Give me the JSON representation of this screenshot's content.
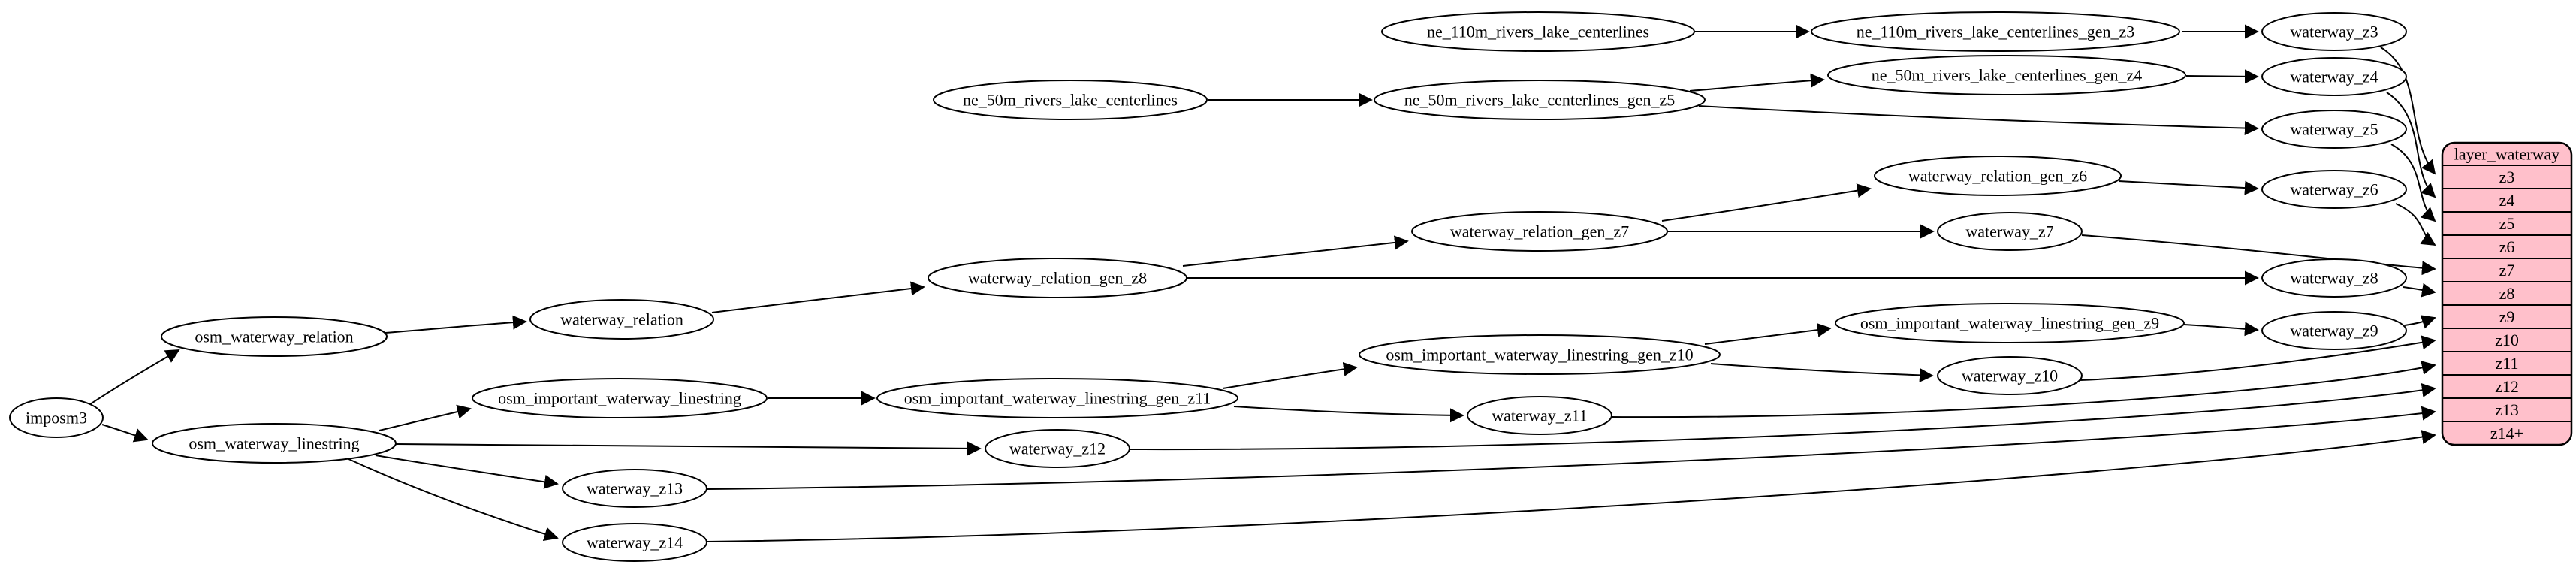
{
  "record": {
    "title": "layer_waterway",
    "rows": [
      "z3",
      "z4",
      "z5",
      "z6",
      "z7",
      "z8",
      "z9",
      "z10",
      "z11",
      "z12",
      "z13",
      "z14+"
    ]
  },
  "nodes": {
    "imposm3": {
      "label": "imposm3"
    },
    "osm_waterway_relation": {
      "label": "osm_waterway_relation"
    },
    "waterway_relation": {
      "label": "waterway_relation"
    },
    "waterway_relation_gen_z8": {
      "label": "waterway_relation_gen_z8"
    },
    "waterway_relation_gen_z7": {
      "label": "waterway_relation_gen_z7"
    },
    "waterway_relation_gen_z6": {
      "label": "waterway_relation_gen_z6"
    },
    "osm_waterway_linestring": {
      "label": "osm_waterway_linestring"
    },
    "osm_important_waterway_linestring": {
      "label": "osm_important_waterway_linestring"
    },
    "osm_important_waterway_linestring_gen_z11": {
      "label": "osm_important_waterway_linestring_gen_z11"
    },
    "osm_important_waterway_linestring_gen_z10": {
      "label": "osm_important_waterway_linestring_gen_z10"
    },
    "osm_important_waterway_linestring_gen_z9": {
      "label": "osm_important_waterway_linestring_gen_z9"
    },
    "ne_110m_rivers_lake_centerlines": {
      "label": "ne_110m_rivers_lake_centerlines"
    },
    "ne_110m_rivers_lake_centerlines_gen_z3": {
      "label": "ne_110m_rivers_lake_centerlines_gen_z3"
    },
    "ne_50m_rivers_lake_centerlines": {
      "label": "ne_50m_rivers_lake_centerlines"
    },
    "ne_50m_rivers_lake_centerlines_gen_z5": {
      "label": "ne_50m_rivers_lake_centerlines_gen_z5"
    },
    "ne_50m_rivers_lake_centerlines_gen_z4": {
      "label": "ne_50m_rivers_lake_centerlines_gen_z4"
    },
    "waterway_z3": {
      "label": "waterway_z3"
    },
    "waterway_z4": {
      "label": "waterway_z4"
    },
    "waterway_z5": {
      "label": "waterway_z5"
    },
    "waterway_z6": {
      "label": "waterway_z6"
    },
    "waterway_z7": {
      "label": "waterway_z7"
    },
    "waterway_z8": {
      "label": "waterway_z8"
    },
    "waterway_z9": {
      "label": "waterway_z9"
    },
    "waterway_z10": {
      "label": "waterway_z10"
    },
    "waterway_z11": {
      "label": "waterway_z11"
    },
    "waterway_z12": {
      "label": "waterway_z12"
    },
    "waterway_z13": {
      "label": "waterway_z13"
    },
    "waterway_z14": {
      "label": "waterway_z14"
    }
  },
  "edges": [
    [
      "imposm3",
      "osm_waterway_relation"
    ],
    [
      "imposm3",
      "osm_waterway_linestring"
    ],
    [
      "osm_waterway_relation",
      "waterway_relation"
    ],
    [
      "waterway_relation",
      "waterway_relation_gen_z8"
    ],
    [
      "waterway_relation_gen_z8",
      "waterway_relation_gen_z7"
    ],
    [
      "waterway_relation_gen_z8",
      "waterway_z8"
    ],
    [
      "waterway_relation_gen_z7",
      "waterway_relation_gen_z6"
    ],
    [
      "waterway_relation_gen_z7",
      "waterway_z7"
    ],
    [
      "waterway_relation_gen_z6",
      "waterway_z6"
    ],
    [
      "ne_110m_rivers_lake_centerlines",
      "ne_110m_rivers_lake_centerlines_gen_z3"
    ],
    [
      "ne_110m_rivers_lake_centerlines_gen_z3",
      "waterway_z3"
    ],
    [
      "ne_50m_rivers_lake_centerlines",
      "ne_50m_rivers_lake_centerlines_gen_z5"
    ],
    [
      "ne_50m_rivers_lake_centerlines_gen_z5",
      "ne_50m_rivers_lake_centerlines_gen_z4"
    ],
    [
      "ne_50m_rivers_lake_centerlines_gen_z5",
      "waterway_z5"
    ],
    [
      "ne_50m_rivers_lake_centerlines_gen_z4",
      "waterway_z4"
    ],
    [
      "osm_waterway_linestring",
      "osm_important_waterway_linestring"
    ],
    [
      "osm_waterway_linestring",
      "waterway_z12"
    ],
    [
      "osm_waterway_linestring",
      "waterway_z13"
    ],
    [
      "osm_waterway_linestring",
      "waterway_z14"
    ],
    [
      "osm_important_waterway_linestring",
      "osm_important_waterway_linestring_gen_z11"
    ],
    [
      "osm_important_waterway_linestring_gen_z11",
      "osm_important_waterway_linestring_gen_z10"
    ],
    [
      "osm_important_waterway_linestring_gen_z11",
      "waterway_z11"
    ],
    [
      "osm_important_waterway_linestring_gen_z10",
      "osm_important_waterway_linestring_gen_z9"
    ],
    [
      "osm_important_waterway_linestring_gen_z10",
      "waterway_z10"
    ],
    [
      "osm_important_waterway_linestring_gen_z9",
      "waterway_z9"
    ],
    [
      "waterway_z3",
      "layer_waterway:z3"
    ],
    [
      "waterway_z4",
      "layer_waterway:z4"
    ],
    [
      "waterway_z5",
      "layer_waterway:z5"
    ],
    [
      "waterway_z6",
      "layer_waterway:z6"
    ],
    [
      "waterway_z7",
      "layer_waterway:z7"
    ],
    [
      "waterway_z8",
      "layer_waterway:z8"
    ],
    [
      "waterway_z9",
      "layer_waterway:z9"
    ],
    [
      "waterway_z10",
      "layer_waterway:z10"
    ],
    [
      "waterway_z11",
      "layer_waterway:z11"
    ],
    [
      "waterway_z12",
      "layer_waterway:z12"
    ],
    [
      "waterway_z13",
      "layer_waterway:z13"
    ],
    [
      "waterway_z14",
      "layer_waterway:z14+"
    ]
  ],
  "colors": {
    "background": "#ffffff",
    "node_fill": "#ffffff",
    "node_stroke": "#000000",
    "edge": "#000000",
    "table_fill": "#ffc0cb",
    "table_stroke": "#000000",
    "text": "#000000"
  }
}
